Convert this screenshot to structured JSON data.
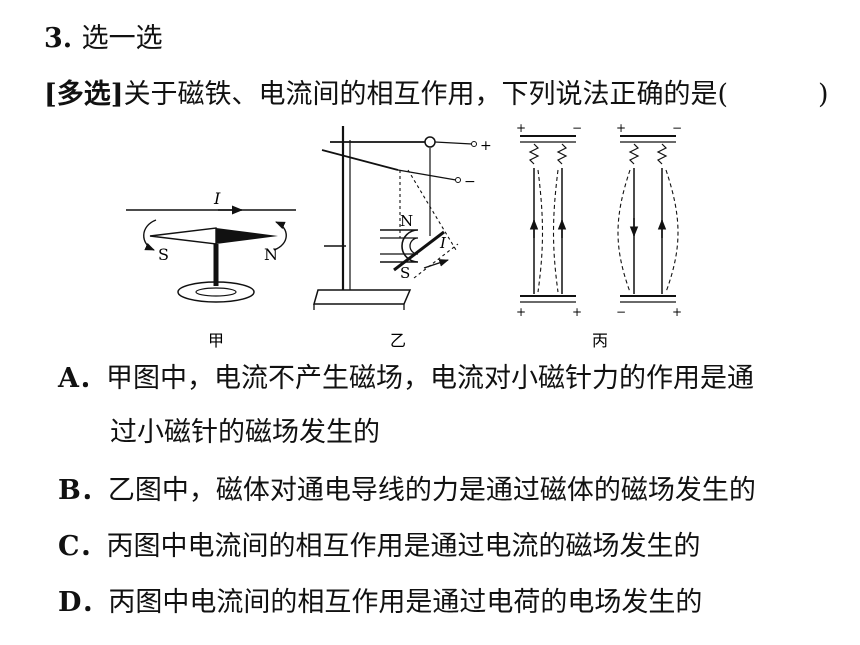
{
  "question": {
    "number": "3.",
    "title": "选一选",
    "tag": "[多选]",
    "stem": "关于磁铁、电流间的相互作用，下列说法正确的是(",
    "close_paren": ")"
  },
  "figure": {
    "jia": {
      "caption": "甲",
      "current_label": "I",
      "pole_s": "S",
      "pole_n": "N"
    },
    "yi": {
      "caption": "乙",
      "pole_n": "N",
      "pole_s": "S",
      "current_label": "I",
      "plus": "+",
      "minus": "−"
    },
    "bing": {
      "caption": "丙",
      "plus": "+",
      "minus": "−"
    }
  },
  "options": [
    {
      "letter": "A．",
      "text": "甲图中，电流不产生磁场，电流对小磁针力的作用是通",
      "cont": "过小磁针的磁场发生的"
    },
    {
      "letter": "B．",
      "text": "乙图中，磁体对通电导线的力是通过磁体的磁场发生的"
    },
    {
      "letter": "C．",
      "text": "丙图中电流间的相互作用是通过电流的磁场发生的"
    },
    {
      "letter": "D．",
      "text": "丙图中电流间的相互作用是通过电荷的电场发生的"
    }
  ]
}
